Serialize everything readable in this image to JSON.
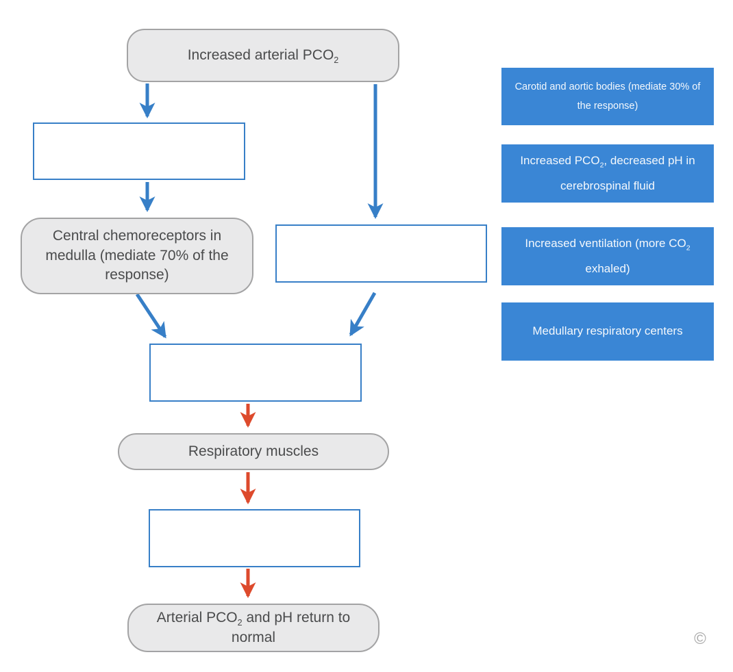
{
  "flow": {
    "top_box": {
      "pre": "Increased arterial PCO",
      "sub": "2",
      "post": ""
    },
    "central_box": {
      "pre": "Central chemoreceptors in medulla (mediate 70% of the response)"
    },
    "respiratory_box": {
      "pre": "Respiratory muscles"
    },
    "final_box": {
      "pre": "Arterial PCO",
      "sub": "2",
      "post": " and pH return to normal"
    }
  },
  "answer_bank": {
    "labels": [
      {
        "pre": "Carotid and aortic bodies (mediate 30% of the response)",
        "sub": "",
        "post": ""
      },
      {
        "pre": "Increased PCO",
        "sub": "2",
        "post": ", decreased pH in cerebrospinal fluid"
      },
      {
        "pre": "Increased ventilation (more CO",
        "sub": "2",
        "post": " exhaled)"
      },
      {
        "pre": "Medullary respiratory centers",
        "sub": "",
        "post": ""
      }
    ]
  },
  "footer": {
    "copyright_symbol": "©"
  },
  "colors": {
    "answer_chip_bg": "#3a86d5",
    "answer_chip_text": "#f4f8fc",
    "arrow_blue": "#377fc7",
    "arrow_red": "#dd4a2c",
    "node_fill": "#e9e9ea",
    "node_border": "#a3a3a4",
    "node_text": "#4a4b4c",
    "dropzone_border": "#377fc7"
  }
}
